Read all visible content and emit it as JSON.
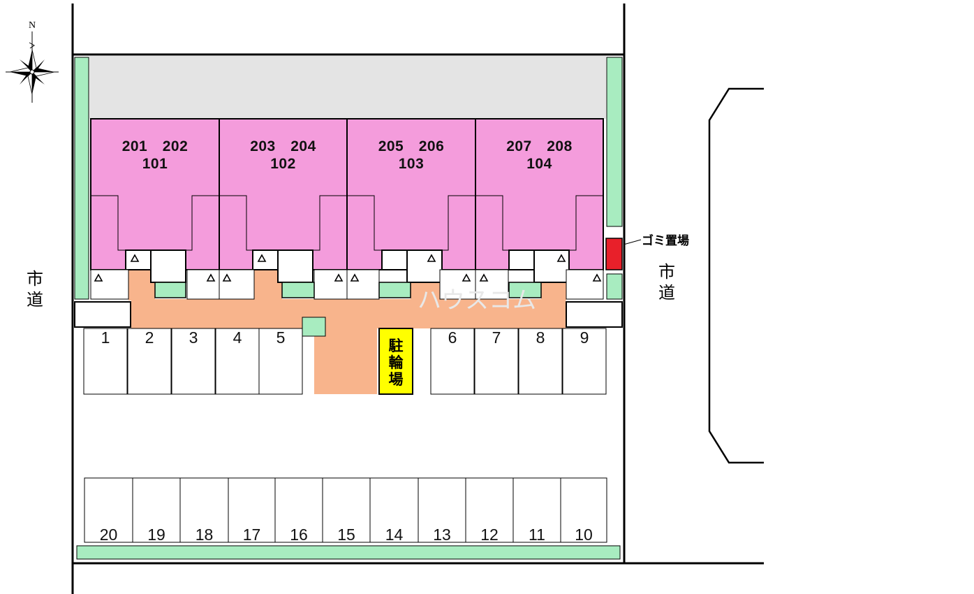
{
  "compass": {
    "north_label": "N",
    "icon": "compass-rose-icon"
  },
  "roads": {
    "left_label": "市道",
    "right_label": "市道"
  },
  "buildings": [
    {
      "upper_units": "201　202",
      "lower_unit": "101"
    },
    {
      "upper_units": "203　204",
      "lower_unit": "102"
    },
    {
      "upper_units": "205　206",
      "lower_unit": "103"
    },
    {
      "upper_units": "207　208",
      "lower_unit": "104"
    }
  ],
  "garbage": {
    "label": "ゴミ置場"
  },
  "bicycle": {
    "chars": [
      "駐",
      "輪",
      "場"
    ]
  },
  "parking_front": [
    "1",
    "2",
    "3",
    "4",
    "5",
    "6",
    "7",
    "8",
    "9"
  ],
  "parking_rear": [
    "20",
    "19",
    "18",
    "17",
    "16",
    "15",
    "14",
    "13",
    "12",
    "11",
    "10"
  ],
  "watermark": "ハウスコム",
  "colors": {
    "building": "#f49cdc",
    "walkway": "#f8b48c",
    "green": "#a8ecc0",
    "gray": "#e4e4e4",
    "garbage": "#e8202a",
    "bicycle": "#ffff00"
  }
}
